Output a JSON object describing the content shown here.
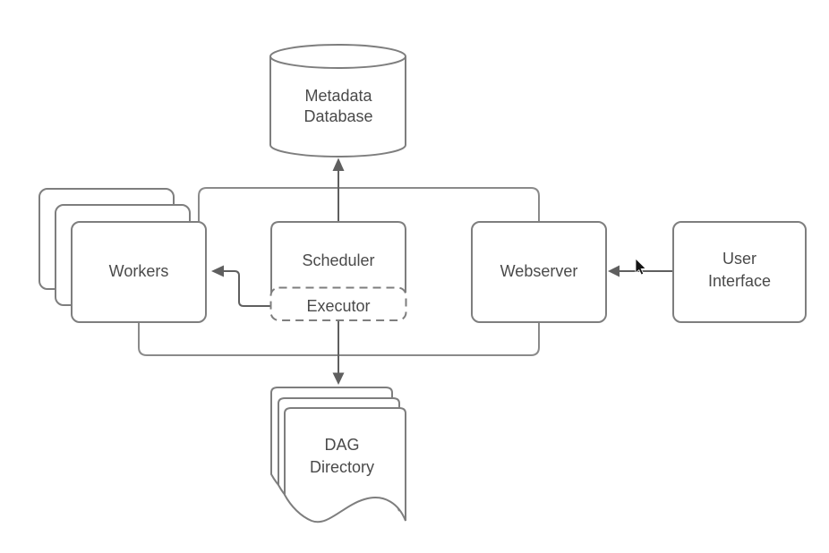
{
  "diagram_type": "architecture-flowchart",
  "nodes": {
    "metadata_database": {
      "lines": [
        "Metadata",
        "Database"
      ],
      "shape": "cylinder"
    },
    "workers": {
      "label": "Workers",
      "shape": "stacked-rounded-rectangles",
      "stack_count": 3
    },
    "scheduler": {
      "label": "Scheduler",
      "shape": "rounded-rectangle"
    },
    "executor": {
      "label": "Executor",
      "shape": "dashed-rounded-rectangle",
      "contained_in": "scheduler"
    },
    "webserver": {
      "label": "Webserver",
      "shape": "rounded-rectangle"
    },
    "user_interface": {
      "lines": [
        "User",
        "Interface"
      ],
      "shape": "rounded-rectangle"
    },
    "dag_directory": {
      "lines": [
        "DAG",
        "Directory"
      ],
      "shape": "stacked-documents",
      "stack_count": 3
    }
  },
  "edges": [
    {
      "from": "scheduler",
      "to": "metadata_database",
      "type": "arrow",
      "direction": "up"
    },
    {
      "from": "executor",
      "to": "workers",
      "type": "arrow",
      "direction": "left",
      "routing": "elbow"
    },
    {
      "from": "executor",
      "to": "dag_directory",
      "type": "arrow",
      "direction": "down"
    },
    {
      "from": "user_interface",
      "to": "webserver",
      "type": "arrow",
      "direction": "left"
    },
    {
      "from": "workers",
      "to": "webserver",
      "type": "rail",
      "note": "rounded rectangular rail passing behind nodes, joined to the metadata-database and dag-directory arrows"
    }
  ],
  "cursor": {
    "visible": true,
    "type": "mouse-pointer"
  },
  "colors": {
    "background": "#ffffff",
    "border": "#7e7e7e",
    "line": "#8a8a8a",
    "arrow": "#5f5f5f",
    "text": "#4a4a4a",
    "cursor": "#141414"
  }
}
